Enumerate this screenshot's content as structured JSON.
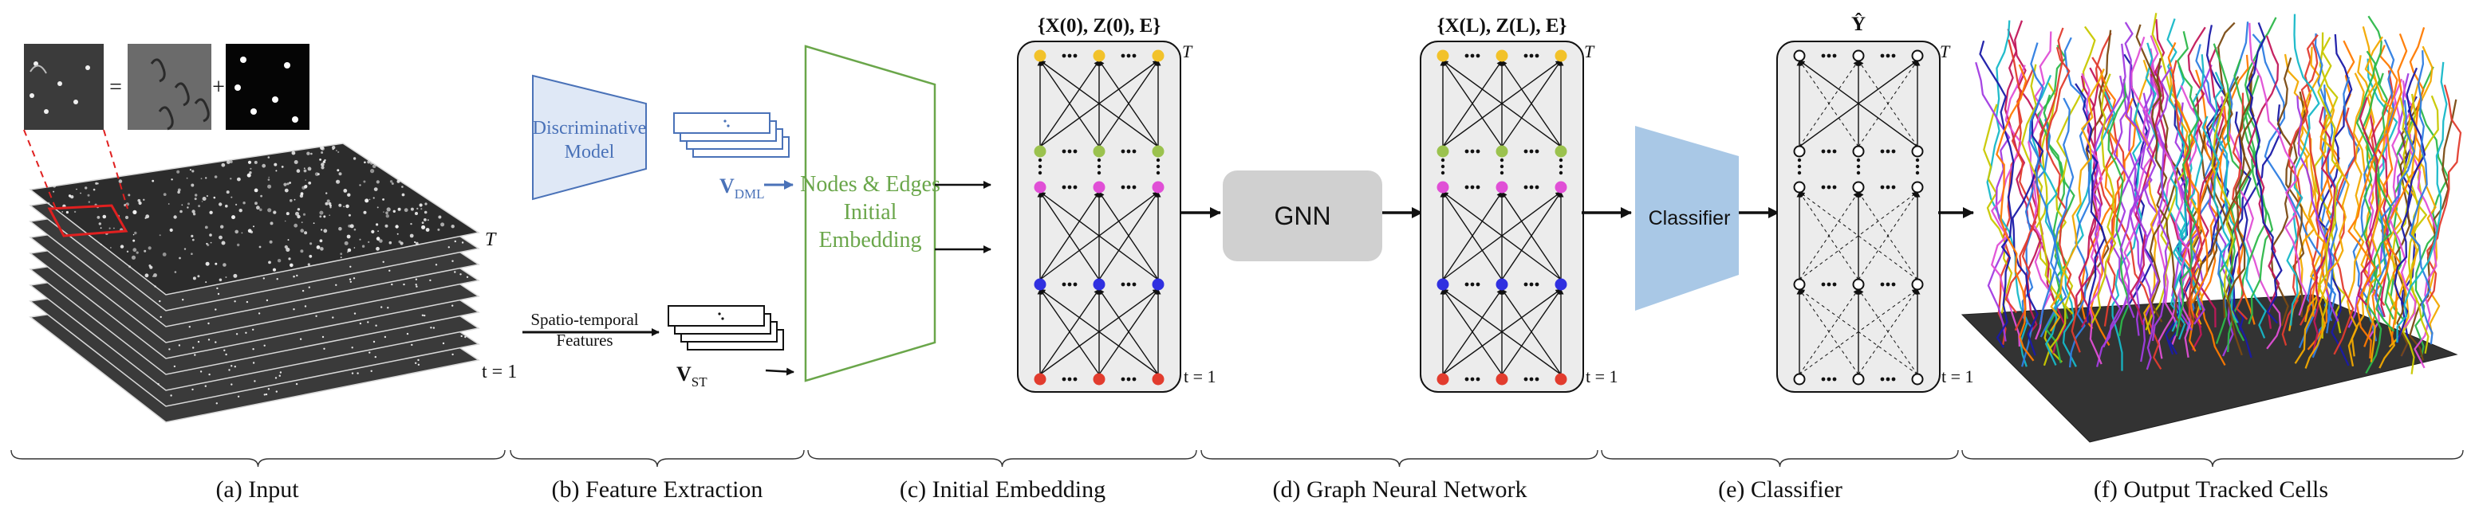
{
  "input": {
    "eq": "=",
    "plus": "+",
    "t_top": "T",
    "t_bottom": "t = 1"
  },
  "feature_extraction": {
    "dml_model": [
      "Discriminative",
      "Model"
    ],
    "v_dml": "V",
    "v_dml_sub": "DML",
    "st_features": [
      "Spatio-temporal",
      "Features"
    ],
    "v_st": "V",
    "v_st_sub": "ST"
  },
  "initial_embedding": {
    "trapezoid_text": [
      "Nodes & Edges",
      "Initial",
      "Embedding"
    ],
    "graph_title": "{X(0), Z(0), E}",
    "t_top": "T",
    "t_bottom": "t = 1"
  },
  "gnn": {
    "block_label": "GNN",
    "graph_title": "{X(L), Z(L), E}",
    "t_top": "T",
    "t_bottom": "t = 1"
  },
  "classifier": {
    "block_label": "Classifier",
    "graph_title": "Ŷ",
    "t_top": "T",
    "t_bottom": "t = 1"
  },
  "output": {},
  "sections": [
    "(a) Input",
    "(b) Feature Extraction",
    "(c) Initial Embedding",
    "(d) Graph Neural Network",
    "(e) Classifier",
    "(f) Output Tracked Cells"
  ],
  "colors": {
    "dml_blue": "#4a72b8",
    "dml_fill": "#dfe8f6",
    "embed_green": "#6aa64a",
    "graph_bg": "#ececec",
    "gnn_box": "#d0d0d0",
    "classifier_fill": "#a9c8e6",
    "node_yellow": "#f2c22a",
    "node_green": "#9bc24e",
    "node_magenta": "#e04fd6",
    "node_blue": "#3030e0",
    "node_red": "#e23c2e",
    "crop_red": "#e02020"
  }
}
